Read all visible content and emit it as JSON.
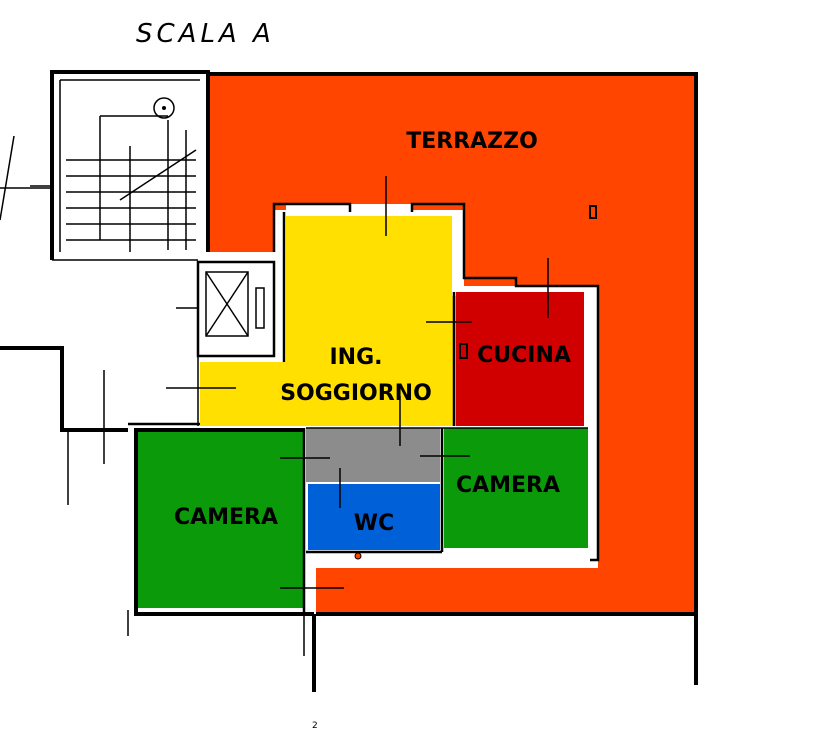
{
  "header": {
    "title": "SCALA A"
  },
  "rooms": [
    {
      "id": "terrazzo",
      "label": "TERRAZZO",
      "color": "#ff4500"
    },
    {
      "id": "ingresso",
      "label_line1": "ING.",
      "label_line2": "SOGGIORNO",
      "color": "#ffe000"
    },
    {
      "id": "cucina",
      "label": "CUCINA",
      "color": "#d00000"
    },
    {
      "id": "camera-left",
      "label": "CAMERA",
      "color": "#0a9a0a"
    },
    {
      "id": "camera-right",
      "label": "CAMERA",
      "color": "#0a9a0a"
    },
    {
      "id": "wc",
      "label": "WC",
      "color": "#0060d8"
    },
    {
      "id": "disimpegno",
      "label": "",
      "color": "#8c8c8c"
    }
  ],
  "footer": {
    "mark": "2"
  }
}
